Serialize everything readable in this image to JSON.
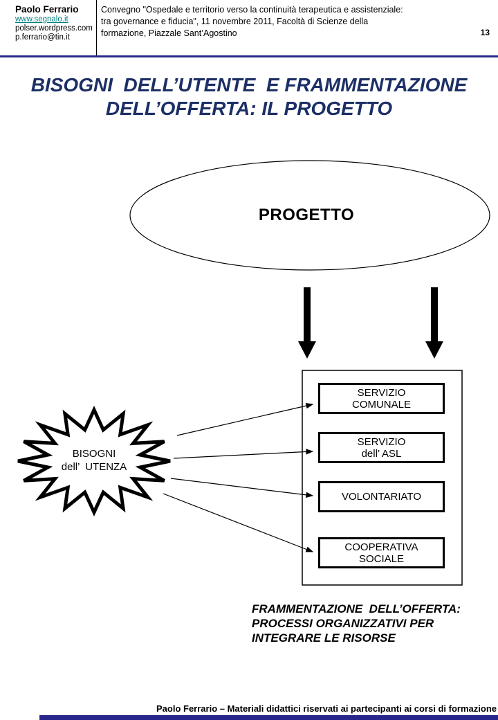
{
  "header": {
    "author": "Paolo Ferrario",
    "link_primary": "www.segnalo.it",
    "link_secondary": "polser.wordpress.com",
    "email": "p.ferrario@tin.it",
    "conference_lines": [
      "Convegno \"Ospedale e territorio verso la continuità terapeutica e assistenziale:",
      "tra governance e fiducia\", 11 novembre 2011, Facoltà di Scienze della",
      "formazione, Piazzale Sant’Agostino"
    ],
    "page_number": "13"
  },
  "title": {
    "line1": "BISOGNI  DELL’UTENTE  E FRAMMENTAZIONE",
    "line2": "DELL’OFFERTA: IL PROGETTO"
  },
  "diagram": {
    "project_label": "PROGETTO",
    "star": {
      "line1": "BISOGNI",
      "line2": "dell’  UTENZA"
    },
    "services": [
      {
        "line1": "SERVIZIO",
        "line2": "COMUNALE"
      },
      {
        "line1": "SERVIZIO",
        "line2": "dell’ ASL"
      },
      {
        "line1": "VOLONTARIATO",
        "line2": ""
      },
      {
        "line1": "COOPERATIVA",
        "line2": "SOCIALE"
      }
    ],
    "caption_lines": [
      "FRAMMENTAZIONE  DELL’OFFERTA:",
      "PROCESSI ORGANIZZATIVI PER",
      "INTEGRARE LE RISORSE"
    ]
  },
  "footer": {
    "text": "Paolo Ferrario – Materiali didattici riservati ai partecipanti ai corsi di formazione"
  },
  "colors": {
    "rule_navy": "#28288c",
    "title_navy": "#1c2f66",
    "link_teal": "#008080",
    "shape_black": "#000000"
  }
}
